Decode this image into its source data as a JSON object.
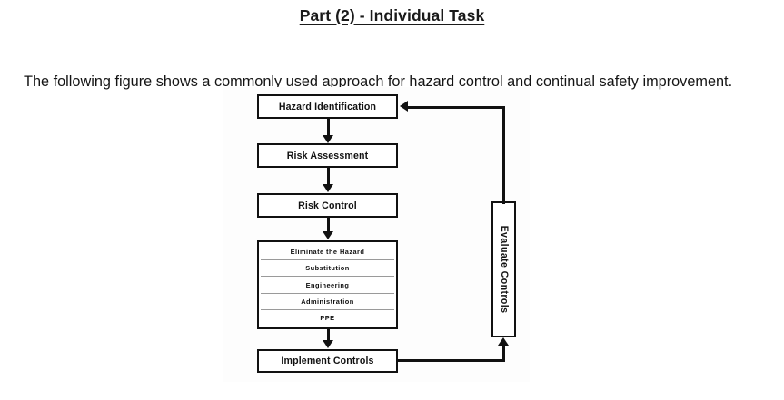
{
  "page": {
    "title": "Part (2) - Individual Task",
    "intro_paragraph": "The following figure shows a commonly used approach for hazard control and continual safety improvement."
  },
  "figure": {
    "nodes": {
      "hazard_identification": "Hazard Identification",
      "risk_assessment": "Risk Assessment",
      "risk_control": "Risk Control",
      "implement_controls": "Implement Controls",
      "evaluate_controls": "Evaluate Controls"
    },
    "control_hierarchy": [
      "Eliminate the Hazard",
      "Substitution",
      "Engineering",
      "Administration",
      "PPE"
    ],
    "colors": {
      "line": "#111111",
      "box_fill": "#ffffff",
      "divider": "#9a9a9a",
      "page_background": "#ffffff"
    },
    "flow_order": [
      "Hazard Identification",
      "Risk Assessment",
      "Risk Control",
      "Eliminate the Hazard",
      "Substitution",
      "Engineering",
      "Administration",
      "PPE",
      "Implement Controls",
      "Evaluate Controls"
    ]
  }
}
